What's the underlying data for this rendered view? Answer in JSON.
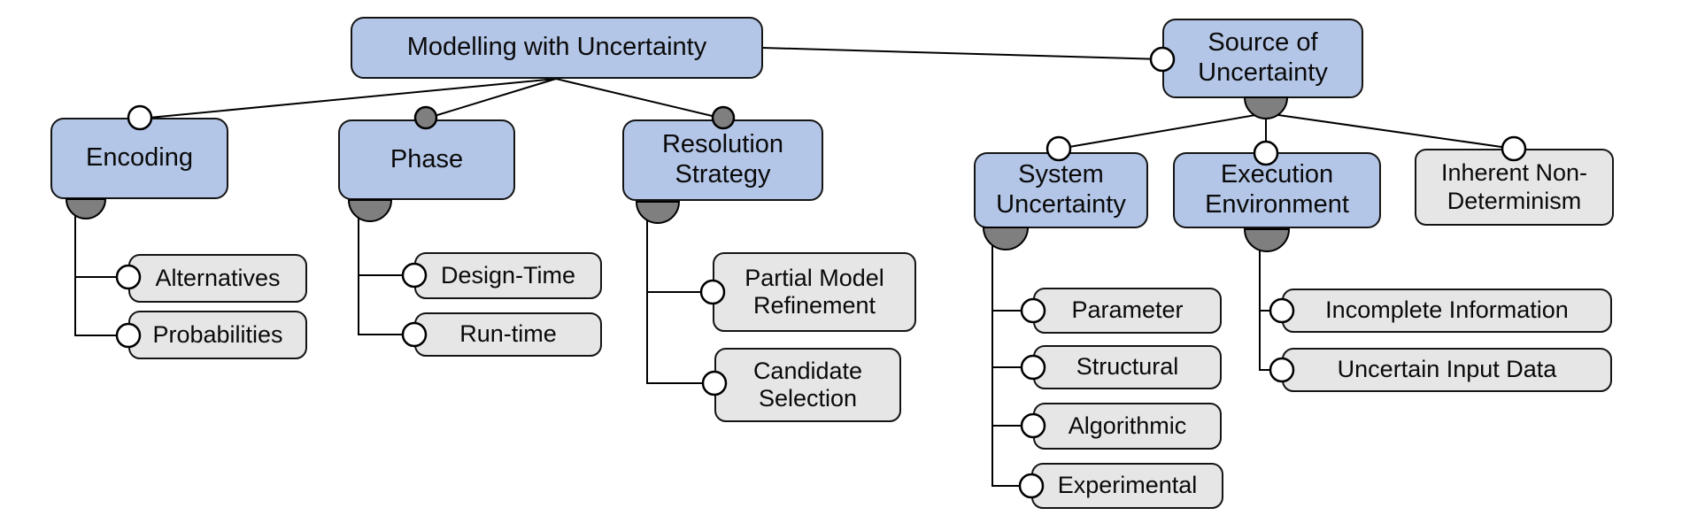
{
  "figure_type": "feature-model-tree",
  "colors": {
    "background": "#ffffff",
    "concept_node_fill": "#b4c6e7",
    "leaf_node_fill": "#e6e6e6",
    "node_border": "#141414",
    "connector": "#000000",
    "group_arc_fill": "#7f7f7f",
    "marker_fill_open": "#ffffff"
  },
  "nodes": {
    "modelling_with_uncertainty": {
      "label": "Modelling with Uncertainty",
      "style": "blue"
    },
    "encoding": {
      "label": "Encoding",
      "style": "blue",
      "marker": "open-circle",
      "group_arc": true
    },
    "phase": {
      "label": "Phase",
      "style": "blue",
      "marker": "filled-circle",
      "group_arc": true
    },
    "resolution_strategy": {
      "label": "Resolution Strategy",
      "style": "blue",
      "marker": "filled-circle",
      "group_arc": true
    },
    "source_of_uncertainty": {
      "label": "Source of Uncertainty",
      "style": "blue",
      "marker": "open-circle",
      "group_arc": true
    },
    "system_uncertainty": {
      "label": "System Uncertainty",
      "style": "blue",
      "marker": "open-circle",
      "group_arc": true
    },
    "execution_environment": {
      "label": "Execution Environment",
      "style": "blue",
      "marker": "open-circle",
      "group_arc": true
    },
    "inherent_non_determinism": {
      "label": "Inherent Non-Determinism",
      "style": "gray",
      "marker": "open-circle"
    },
    "alternatives": {
      "label": "Alternatives",
      "style": "gray",
      "marker": "open-circle"
    },
    "probabilities": {
      "label": "Probabilities",
      "style": "gray",
      "marker": "open-circle"
    },
    "design_time": {
      "label": "Design-Time",
      "style": "gray",
      "marker": "open-circle"
    },
    "run_time": {
      "label": "Run-time",
      "style": "gray",
      "marker": "open-circle"
    },
    "partial_model_refinement": {
      "label": "Partial Model Refinement",
      "style": "gray",
      "marker": "open-circle"
    },
    "candidate_selection": {
      "label": "Candidate Selection",
      "style": "gray",
      "marker": "open-circle"
    },
    "parameter": {
      "label": "Parameter",
      "style": "gray",
      "marker": "open-circle"
    },
    "structural": {
      "label": "Structural",
      "style": "gray",
      "marker": "open-circle"
    },
    "algorithmic": {
      "label": "Algorithmic",
      "style": "gray",
      "marker": "open-circle"
    },
    "experimental": {
      "label": "Experimental",
      "style": "gray",
      "marker": "open-circle"
    },
    "incomplete_information": {
      "label": "Incomplete Information",
      "style": "gray",
      "marker": "open-circle"
    },
    "uncertain_input_data": {
      "label": "Uncertain Input Data",
      "style": "gray",
      "marker": "open-circle"
    }
  },
  "edges": [
    {
      "from": "modelling_with_uncertainty",
      "to": "encoding",
      "marker": "open-circle"
    },
    {
      "from": "modelling_with_uncertainty",
      "to": "phase",
      "marker": "filled-circle"
    },
    {
      "from": "modelling_with_uncertainty",
      "to": "resolution_strategy",
      "marker": "filled-circle"
    },
    {
      "from": "modelling_with_uncertainty",
      "to": "source_of_uncertainty",
      "marker": "open-circle"
    },
    {
      "from": "encoding",
      "to": "alternatives",
      "marker": "open-circle"
    },
    {
      "from": "encoding",
      "to": "probabilities",
      "marker": "open-circle"
    },
    {
      "from": "phase",
      "to": "design_time",
      "marker": "open-circle"
    },
    {
      "from": "phase",
      "to": "run_time",
      "marker": "open-circle"
    },
    {
      "from": "resolution_strategy",
      "to": "partial_model_refinement",
      "marker": "open-circle"
    },
    {
      "from": "resolution_strategy",
      "to": "candidate_selection",
      "marker": "open-circle"
    },
    {
      "from": "source_of_uncertainty",
      "to": "system_uncertainty",
      "marker": "open-circle"
    },
    {
      "from": "source_of_uncertainty",
      "to": "execution_environment",
      "marker": "open-circle"
    },
    {
      "from": "source_of_uncertainty",
      "to": "inherent_non_determinism",
      "marker": "open-circle"
    },
    {
      "from": "system_uncertainty",
      "to": "parameter",
      "marker": "open-circle"
    },
    {
      "from": "system_uncertainty",
      "to": "structural",
      "marker": "open-circle"
    },
    {
      "from": "system_uncertainty",
      "to": "algorithmic",
      "marker": "open-circle"
    },
    {
      "from": "system_uncertainty",
      "to": "experimental",
      "marker": "open-circle"
    },
    {
      "from": "execution_environment",
      "to": "incomplete_information",
      "marker": "open-circle"
    },
    {
      "from": "execution_environment",
      "to": "uncertain_input_data",
      "marker": "open-circle"
    }
  ]
}
